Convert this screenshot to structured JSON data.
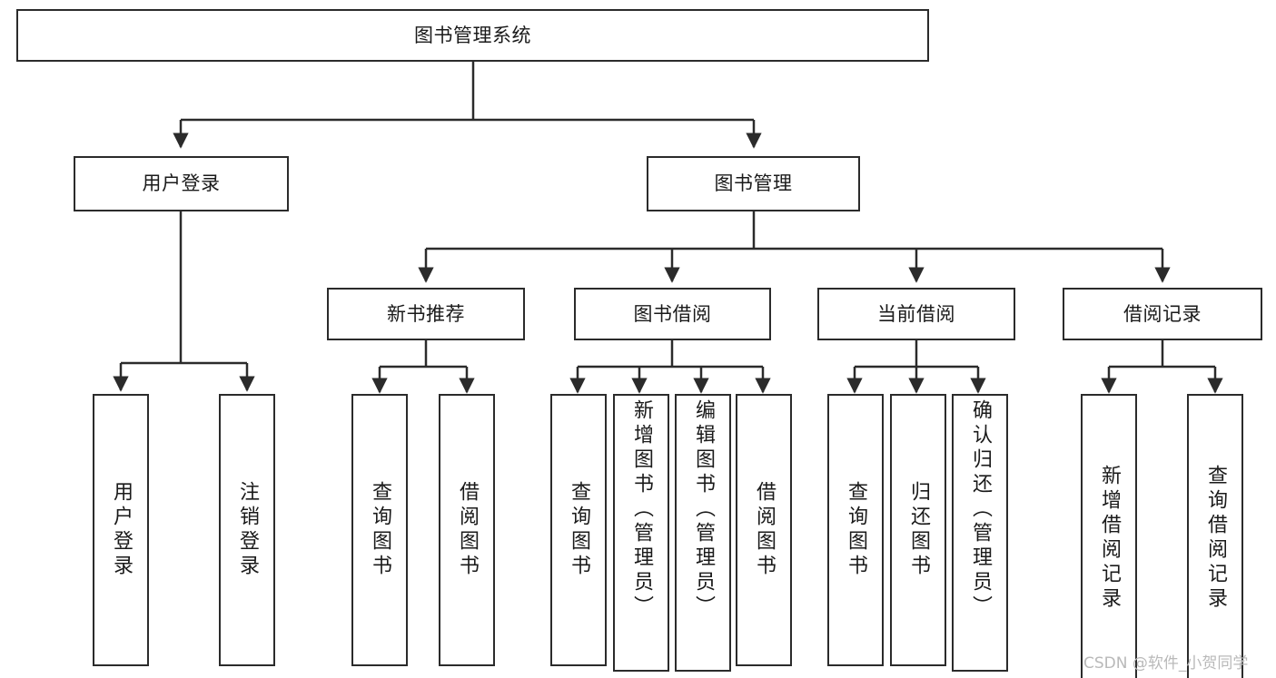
{
  "diagram": {
    "type": "tree",
    "title": "图书管理系统",
    "root": {
      "label": "图书管理系统"
    },
    "level1": [
      {
        "label": "用户登录"
      },
      {
        "label": "图书管理"
      }
    ],
    "level2": [
      {
        "label": "新书推荐"
      },
      {
        "label": "图书借阅"
      },
      {
        "label": "当前借阅"
      },
      {
        "label": "借阅记录"
      }
    ],
    "leaves": {
      "user_login": [
        {
          "label": "用户登录"
        },
        {
          "label": "注销登录"
        }
      ],
      "new_book_recommend": [
        {
          "label": "查询图书"
        },
        {
          "label": "借阅图书"
        }
      ],
      "book_borrow": [
        {
          "label": "查询图书"
        },
        {
          "label": "新增图书（管理员）"
        },
        {
          "label": "编辑图书（管理员）"
        },
        {
          "label": "借阅图书"
        }
      ],
      "current_borrow": [
        {
          "label": "查询图书"
        },
        {
          "label": "归还图书"
        },
        {
          "label": "确认归还（管理员）"
        }
      ],
      "borrow_record": [
        {
          "label": "新增借阅记录"
        },
        {
          "label": "查询借阅记录"
        }
      ]
    },
    "watermark": "CSDN @软件_小贺同学",
    "colors": {
      "stroke": "#2b2b2b",
      "fill": "#ffffff",
      "text": "#1a1a1a",
      "watermark": "#b9b9b9"
    }
  }
}
